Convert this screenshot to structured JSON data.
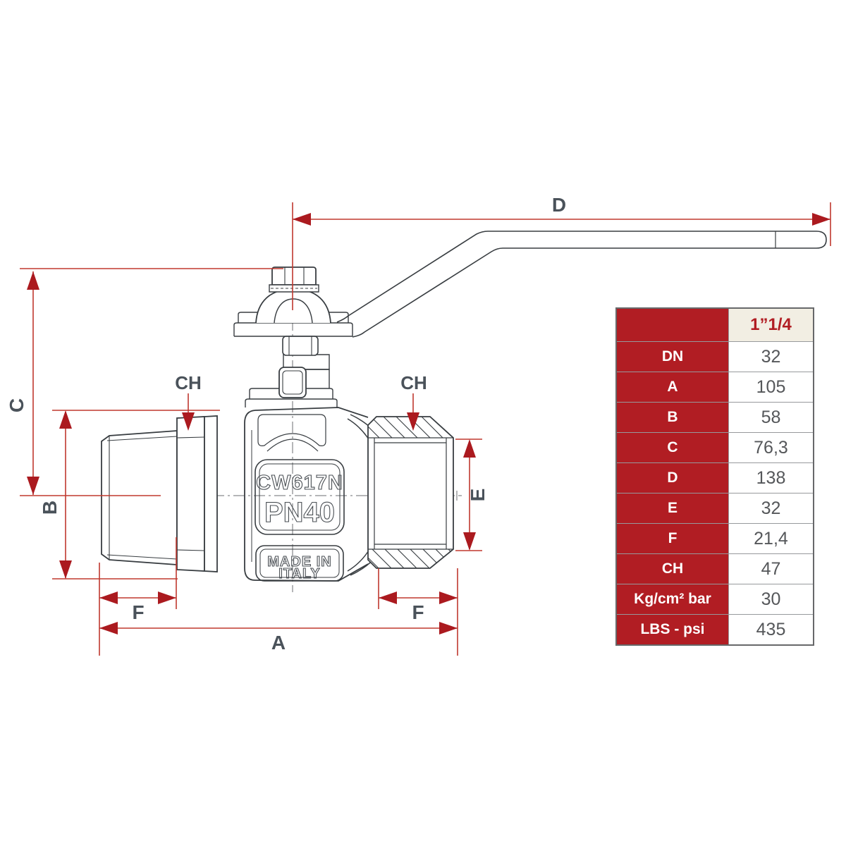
{
  "drawing": {
    "dimension_labels": {
      "a": "A",
      "b": "B",
      "c": "C",
      "d": "D",
      "e": "E",
      "f": "F",
      "ch": "CH"
    },
    "valve_markings": {
      "alloy": "CW617N",
      "pressure_class": "PN40",
      "origin_line1": "MADE IN",
      "origin_line2": "ITALY"
    }
  },
  "table": {
    "size_header": "1”1/4",
    "rows": [
      {
        "label": "DN",
        "value": "32"
      },
      {
        "label": "A",
        "value": "105"
      },
      {
        "label": "B",
        "value": "58"
      },
      {
        "label": "C",
        "value": "76,3"
      },
      {
        "label": "D",
        "value": "138"
      },
      {
        "label": "E",
        "value": "32"
      },
      {
        "label": "F",
        "value": "21,4"
      },
      {
        "label": "CH",
        "value": "47"
      },
      {
        "label": "Kg/cm² bar",
        "value": "30"
      },
      {
        "label": "LBS - psi",
        "value": "435"
      }
    ]
  },
  "colors": {
    "accent_red": "#B11D23",
    "dim_line_red": "#C0382F",
    "arrow_red": "#AB1A1F",
    "label_gray": "#4A525A",
    "value_gray": "#55575A",
    "header_bg": "#F2EEE3"
  }
}
